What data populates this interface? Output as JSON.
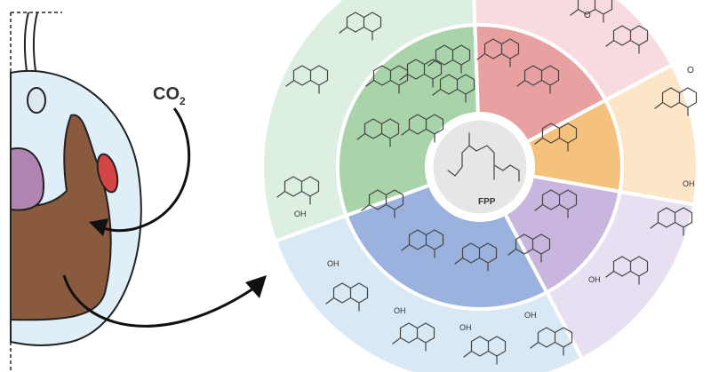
{
  "cell": {
    "gas_label_main": "CO",
    "gas_label_sub": "2"
  },
  "wheel": {
    "center_label": "FPP",
    "labels": {
      "oh_left": "OH",
      "oh_bottom_1": "OH",
      "oh_bottom_2": "OH",
      "oh_bottom_3": "OH",
      "oh_bottom_4": "OH",
      "oh_right_top": "OH",
      "oh_right_bottom": "OH",
      "keto_top": "O",
      "keto_right": "O"
    }
  },
  "colors": {
    "cell_outer": "#dfeef7",
    "cell_body": "#8a5a3f",
    "organelle_red": "#d64545",
    "organelle_purple": "#b184b2",
    "center_disk": "#e6e6e6",
    "segment_green": "#a9d3a9",
    "segment_red": "#e8a0a0",
    "segment_orange": "#f5c27d",
    "segment_purple": "#c8b6de",
    "segment_blue": "#9ab2dd",
    "outer_green": "#dcefe0",
    "outer_pink": "#f7dbe0",
    "outer_orange": "#fde6c8",
    "outer_purple": "#e8e0f2",
    "outer_blue": "#d8e8f4"
  }
}
